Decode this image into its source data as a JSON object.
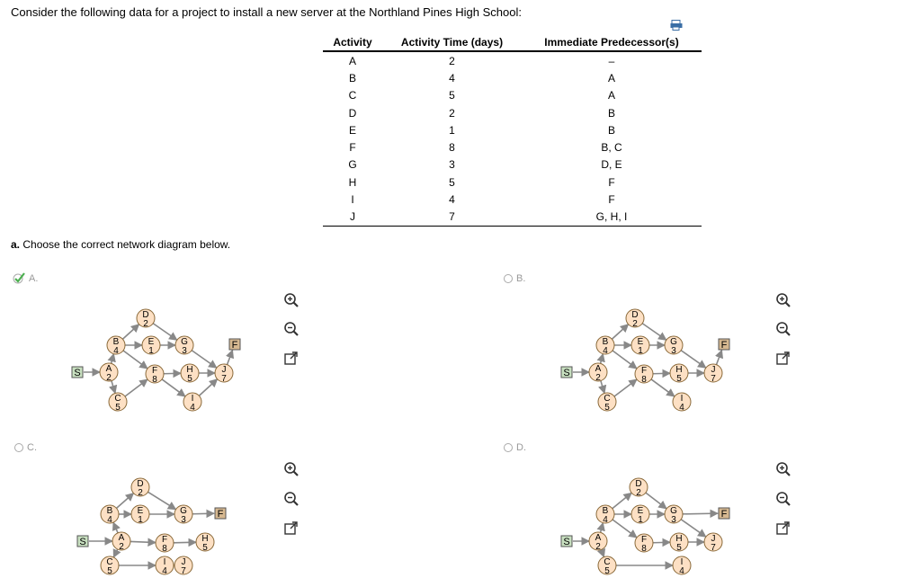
{
  "question_text": "Consider the following data for a project to install a new server at the Northland Pines High School:",
  "table": {
    "headers": [
      "Activity",
      "Activity Time (days)",
      "Immediate Predecessor(s)"
    ],
    "rows": [
      [
        "A",
        "2",
        "–"
      ],
      [
        "B",
        "4",
        "A"
      ],
      [
        "C",
        "5",
        "A"
      ],
      [
        "D",
        "2",
        "B"
      ],
      [
        "E",
        "1",
        "B"
      ],
      [
        "F",
        "8",
        "B, C"
      ],
      [
        "G",
        "3",
        "D, E"
      ],
      [
        "H",
        "5",
        "F"
      ],
      [
        "I",
        "4",
        "F"
      ],
      [
        "J",
        "7",
        "G, H, I"
      ]
    ]
  },
  "part_a": {
    "label": "a.",
    "text": "Choose the correct network diagram below."
  },
  "options": [
    {
      "letter": "A.",
      "selected": true
    },
    {
      "letter": "B.",
      "selected": false
    },
    {
      "letter": "C.",
      "selected": false
    },
    {
      "letter": "D.",
      "selected": false
    }
  ],
  "diagram_labels": {
    "start": "S",
    "finish": "F"
  },
  "colors": {
    "node_fill": "#fde0c4",
    "node_stroke": "#8a6a3a",
    "start_fill": "#c8e0c0",
    "finish_fill": "#d6b890",
    "arrow": "#888888",
    "check": "#4caf50"
  }
}
